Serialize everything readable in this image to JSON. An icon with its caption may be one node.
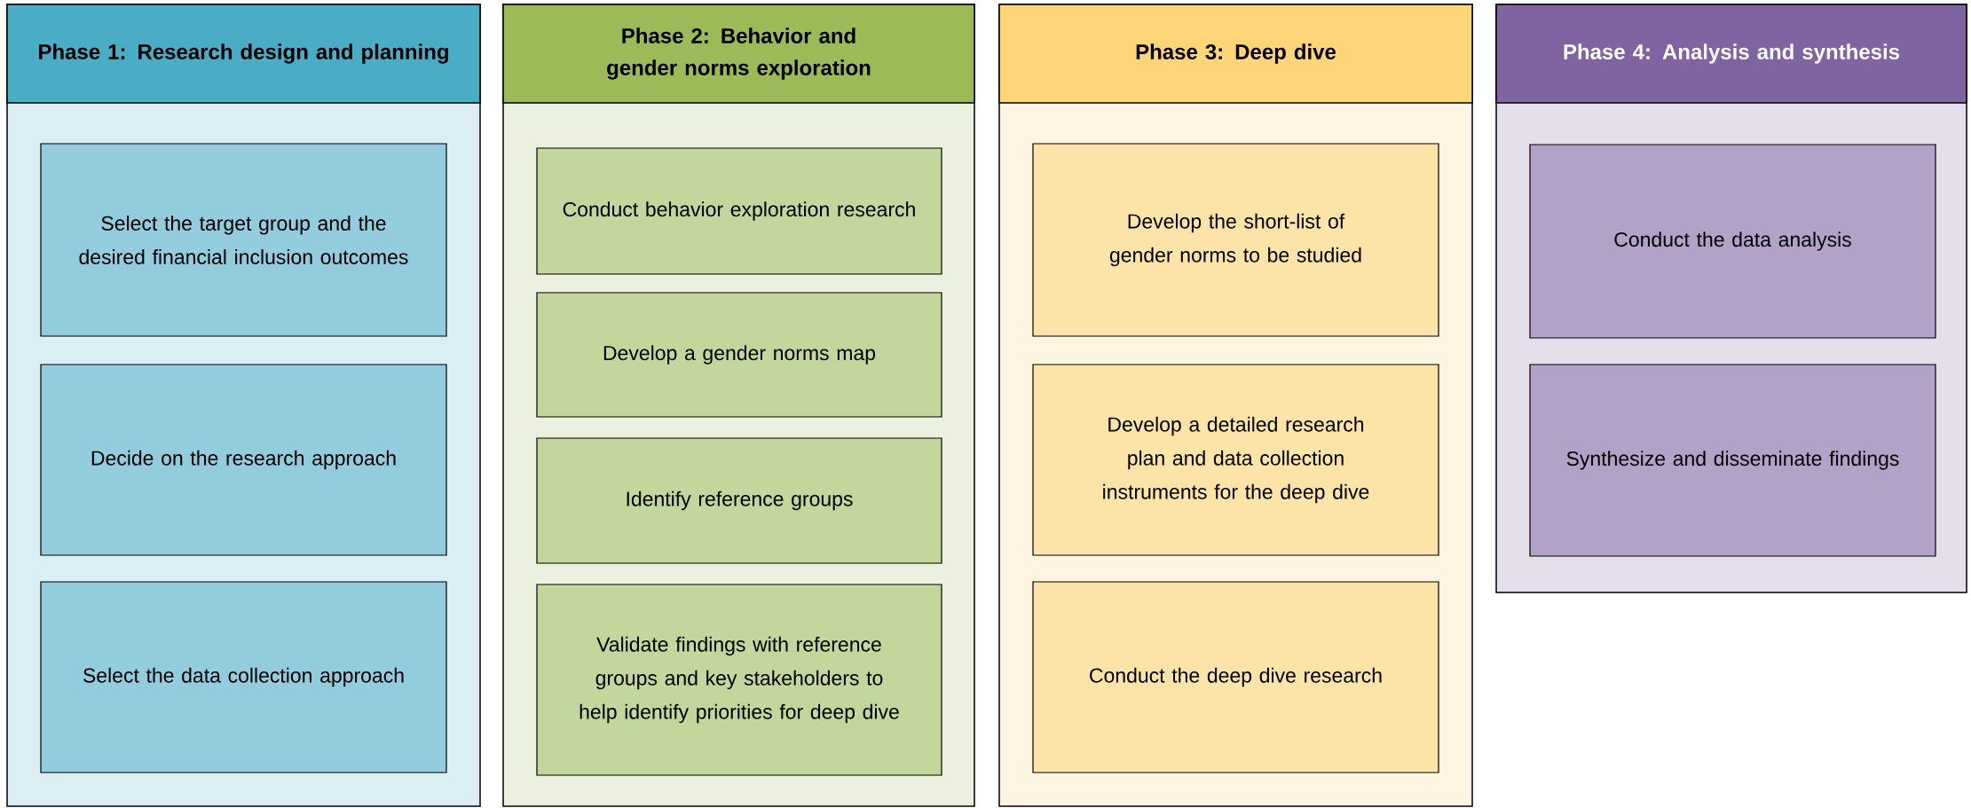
{
  "diagram": {
    "nodes": [
      {
        "text": [
          "Phase 1: Research design and planning"
        ]
      },
      {
        "text": [
          "Select the target group and the desired financial inclusion outcomes"
        ],
        "in": 0
      },
      {
        "text": [
          "Decide on the research approach"
        ],
        "in": 0
      },
      {
        "text": [
          "Select the data collection approach"
        ],
        "in": 0
      },
      {
        "text": [
          "Phase 2: Behavior and gender norms exploration"
        ]
      },
      {
        "text": [
          "Conduct behavior exploration research"
        ],
        "in": 4
      },
      {
        "text": [
          "Develop a gender norms map"
        ],
        "in": 4
      },
      {
        "text": [
          "Identify reference groups"
        ],
        "in": 4
      },
      {
        "text": [
          "Validate findings with reference groups and key stakeholders to help identify priorities for deep dive"
        ],
        "in": 4
      },
      {
        "text": [
          "Phase 3: Deep dive"
        ]
      },
      {
        "text": [
          "Develop the short-list of gender norms to be studied"
        ],
        "in": 9
      },
      {
        "text": [
          "Develop a detailed research plan and data collection instruments for the deep dive"
        ],
        "in": 9
      },
      {
        "text": [
          "Conduct the deep dive research"
        ],
        "in": 9
      },
      {
        "text": [
          "Phase 4: Analysis and synthesis"
        ]
      },
      {
        "text": [
          "Conduct the data analysis"
        ],
        "in": 13
      },
      {
        "text": [
          "Synthesize and disseminate findings"
        ],
        "in": 13
      }
    ]
  }
}
